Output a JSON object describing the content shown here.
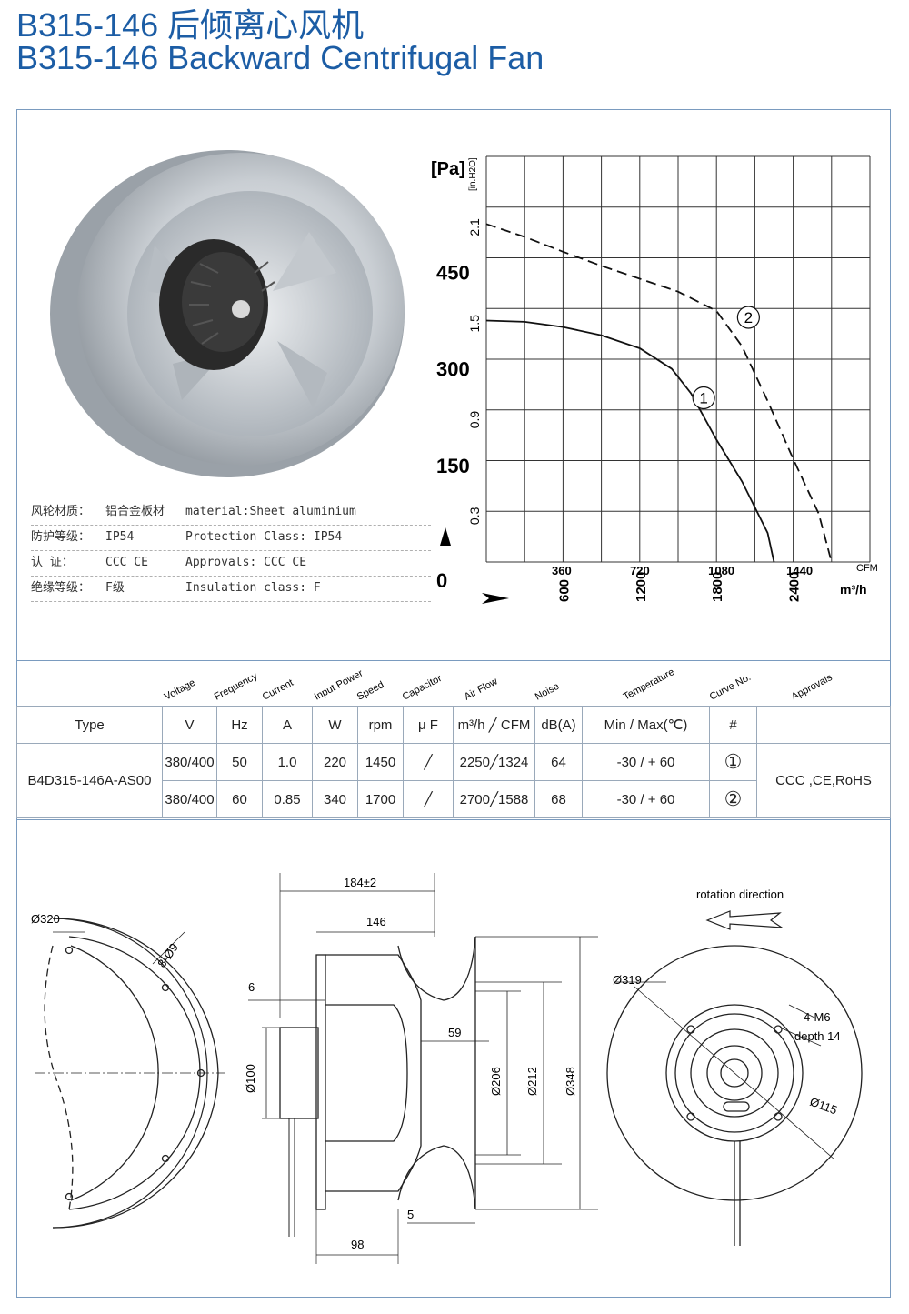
{
  "header": {
    "title_cn": "B315-146  后倾离心风机",
    "title_en": "B315-146  Backward Centrifugal Fan"
  },
  "specs": [
    {
      "key_cn": "风轮材质：",
      "value_cn": "铝合金板材",
      "en": "material:Sheet aluminium"
    },
    {
      "key_cn": "防护等级：",
      "value_cn": "IP54",
      "en": "Protection Class: IP54"
    },
    {
      "key_cn": "认    证：",
      "value_cn": "CCC CE",
      "en": "Approvals: CCC  CE"
    },
    {
      "key_cn": "绝缘等级：",
      "value_cn": "F级",
      "en": "Insulation class: F"
    }
  ],
  "chart_data": {
    "type": "line",
    "y_unit_primary": "[Pa]",
    "y_unit_secondary": "[in.H2O]",
    "x_unit_primary": "CFM",
    "x_unit_secondary": "m³/h",
    "y_ticks_pa": [
      "450",
      "300",
      "150",
      "0"
    ],
    "y_ticks_inh2o": [
      "2.1",
      "1.5",
      "0.9",
      "0.3"
    ],
    "x_ticks_cfm": [
      "360",
      "720",
      "1080",
      "1440"
    ],
    "x_ticks_m3h": [
      "600",
      "1200",
      "1800",
      "2400"
    ],
    "xlim_m3h": [
      0,
      3000
    ],
    "ylim_pa": [
      0,
      630
    ],
    "series": [
      {
        "name": "①",
        "style": "solid",
        "x": [
          0,
          300,
          600,
          900,
          1200,
          1450,
          1600,
          1800,
          2000,
          2200,
          2250
        ],
        "y": [
          375,
          373,
          365,
          352,
          332,
          300,
          262,
          190,
          125,
          45,
          0
        ]
      },
      {
        "name": "②",
        "style": "dashed",
        "x": [
          0,
          300,
          600,
          900,
          1200,
          1500,
          1800,
          2000,
          2200,
          2400,
          2600,
          2700
        ],
        "y": [
          525,
          505,
          482,
          460,
          440,
          420,
          390,
          335,
          250,
          160,
          75,
          0
        ]
      }
    ]
  },
  "table": {
    "header_rotated": [
      "Voltage",
      "Frequency",
      "Current",
      "Input Power",
      "Speed",
      "Capacitor",
      "Air Flow",
      "Noise",
      "Temperature",
      "Curve No.",
      "Approvals"
    ],
    "header_row": [
      "Type",
      "V",
      "Hz",
      "A",
      "W",
      "rpm",
      "μ F",
      "m³/h ╱ CFM",
      "dB(A)",
      "Min / Max(℃)",
      "#",
      ""
    ],
    "type": "B4D315-146A-AS00",
    "approvals": "CCC ,CE,RoHS",
    "rows": [
      {
        "voltage": "380/400",
        "frequency": "50",
        "current": "1.0",
        "power": "220",
        "speed": "1450",
        "capacitor": "╱",
        "airflow": "2250╱1324",
        "noise": "64",
        "temperature": "-30 / + 60",
        "curve": "①"
      },
      {
        "voltage": "380/400",
        "frequency": "60",
        "current": "0.85",
        "power": "340",
        "speed": "1700",
        "capacitor": "╱",
        "airflow": "2700╱1588",
        "noise": "68",
        "temperature": "-30 / + 60",
        "curve": "②"
      }
    ]
  },
  "drawing": {
    "left": {
      "d320": "Ø320",
      "holes": "8-Ø9"
    },
    "side": {
      "d184": "184±2",
      "d146": "146",
      "d6": "6",
      "d100": "Ø100",
      "d59": "59",
      "d206": "Ø206",
      "d212": "Ø212",
      "d348": "Ø348",
      "d5": "5",
      "d98": "98"
    },
    "front": {
      "rotation": "rotation direction",
      "d319": "Ø319",
      "m6": "4-M6",
      "depth": "depth 14",
      "d115": "Ø115"
    }
  }
}
